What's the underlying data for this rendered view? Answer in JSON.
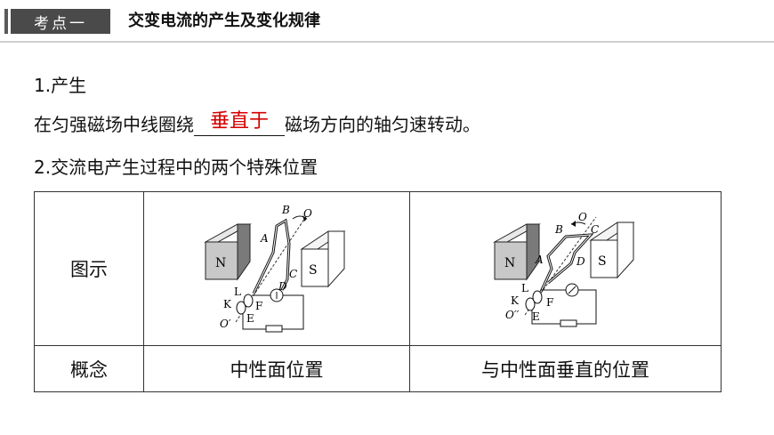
{
  "header": {
    "tag": "考点一",
    "title": "交变电流的产生及变化规律"
  },
  "section1": {
    "heading": "1.产生",
    "sentence_before": "在匀强磁场中线圈绕",
    "answer": "垂直于",
    "sentence_after": "磁场方向的轴匀速转动。"
  },
  "section2": {
    "heading": "2.交流电产生过程中的两个特殊位置"
  },
  "table": {
    "row1_label": "图示",
    "row2_label": "概念",
    "col1_concept": "中性面位置",
    "col2_concept": "与中性面垂直的位置"
  },
  "figures": {
    "left": {
      "magnet_n": "N",
      "magnet_s": "S",
      "labels": {
        "a": "A",
        "b": "B",
        "c": "C",
        "d": "D",
        "o": "O",
        "o2": "O′",
        "k": "K",
        "l": "L",
        "e": "E",
        "f": "F"
      }
    },
    "right": {
      "magnet_n": "N",
      "magnet_s": "S",
      "labels": {
        "a": "A",
        "b": "B",
        "c": "C",
        "d": "D",
        "o": "O",
        "o2": "O′′",
        "k": "K",
        "l": "L",
        "e": "E",
        "f": "F"
      }
    }
  }
}
